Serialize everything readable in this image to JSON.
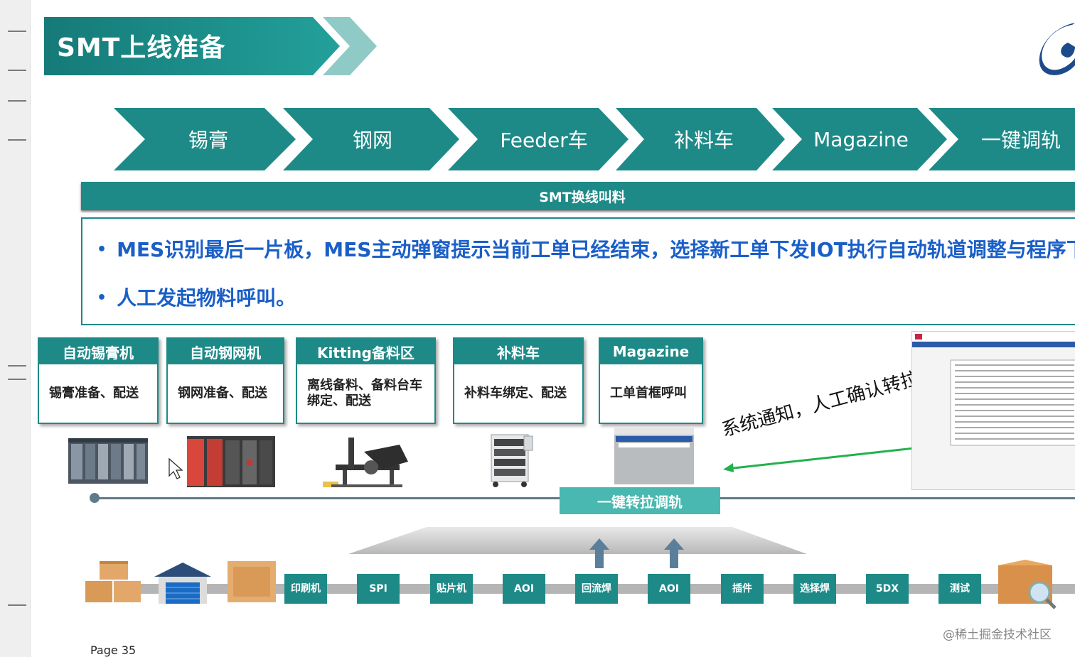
{
  "header": {
    "title": "SMT上线准备"
  },
  "steps": [
    "锡膏",
    "钢网",
    "Feeder车",
    "补料车",
    "Magazine",
    "一键调轨"
  ],
  "banner": "SMT换线叫料",
  "bullets": [
    "MES识别最后一片板，MES主动弹窗提示当前工单已经结束，选择新工单下发IOT执行自动轨道调整与程序下载",
    "人工发起物料呼叫。"
  ],
  "cards": [
    {
      "title": "自动锡膏机",
      "body": "锡膏准备、配送"
    },
    {
      "title": "自动钢网机",
      "body": "钢网准备、配送"
    },
    {
      "title": "Kitting备料区",
      "body": "离线备料、备料台车绑定、配送"
    },
    {
      "title": "补料车",
      "body": "补料车绑定、配送"
    },
    {
      "title": "Magazine",
      "body": "工单首框呼叫"
    }
  ],
  "switch_button": "一键转拉调轨",
  "arrow_annotation": "系统通知，人工确认转拉",
  "process": [
    "印刷机",
    "SPI",
    "贴片机",
    "AOI",
    "回流焊",
    "AOI",
    "插件",
    "选择焊",
    "5DX",
    "测试"
  ],
  "page_number": "Page 35",
  "watermark": "@稀土掘金技术社区",
  "colors": {
    "teal": "#1e8a88",
    "light_teal": "#48b8b0",
    "blue_text": "#1a5fc8",
    "green_arrow": "#22b14c"
  }
}
